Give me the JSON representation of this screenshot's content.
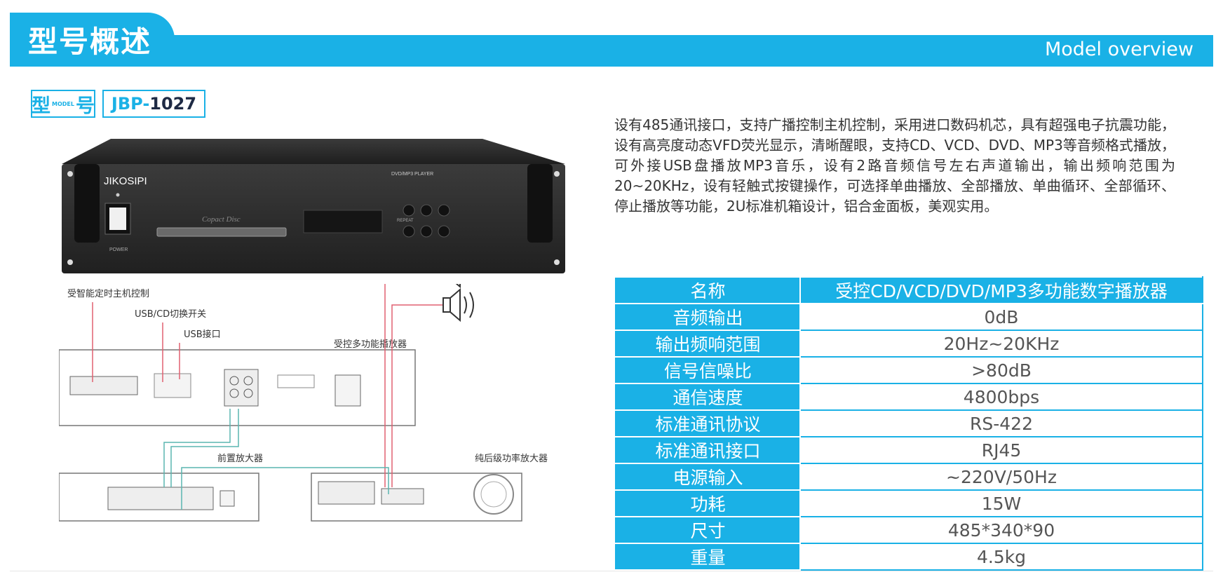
{
  "header": {
    "title": "型号概述",
    "subtitle": "Model overview"
  },
  "model": {
    "label_left": "型",
    "label_small": "MODEL",
    "label_right": "号",
    "prefix": "JBP-",
    "number": "1027"
  },
  "device": {
    "brand": "JIKOSIPI",
    "player_label": "DVD/MP3 PLAYER",
    "disc_label": "Copact Disc",
    "power_label": "POWER",
    "repeat_label": "REPEAT"
  },
  "diagram": {
    "label_control": "受智能定时主机控制",
    "label_switch": "USB/CD切换开关",
    "label_usb": "USB接口",
    "label_player": "受控多功能播放器",
    "label_preamp": "前置放大器",
    "label_poweramp": "纯后级功率放大器"
  },
  "description": "设有485通讯接口，支持广播控制主机控制，采用进口数码机芯，具有超强电子抗震功能，设有高亮度动态VFD荧光显示，清晰醒眼，支持CD、VCD、DVD、MP3等音频格式播放，可外接USB盘播放MP3音乐，设有2路音频信号左右声道输出，输出频响范围为20~20KHz，设有轻触式按键操作，可选择单曲播放、全部播放、单曲循环、全部循环、停止播放等功能，2U标准机箱设计，铝合金面板，美观实用。",
  "specs": [
    {
      "key": "名称",
      "value": "受控CD/VCD/DVD/MP3多功能数字播放器"
    },
    {
      "key": "音频输出",
      "value": "0dB"
    },
    {
      "key": "输出频响范围",
      "value": "20Hz~20KHz"
    },
    {
      "key": "信号信噪比",
      "value": ">80dB"
    },
    {
      "key": "通信速度",
      "value": "4800bps"
    },
    {
      "key": "标准通讯协议",
      "value": "RS-422"
    },
    {
      "key": "标准通讯接口",
      "value": "RJ45"
    },
    {
      "key": "电源输入",
      "value": "~220V/50Hz"
    },
    {
      "key": "功耗",
      "value": "15W"
    },
    {
      "key": "尺寸",
      "value": "485*340*90"
    },
    {
      "key": "重量",
      "value": "4.5kg"
    }
  ],
  "colors": {
    "accent": "#1ab1e6",
    "device_body": "#2b2b2b",
    "wire_red": "#e06070",
    "wire_teal": "#5ab6b0"
  }
}
